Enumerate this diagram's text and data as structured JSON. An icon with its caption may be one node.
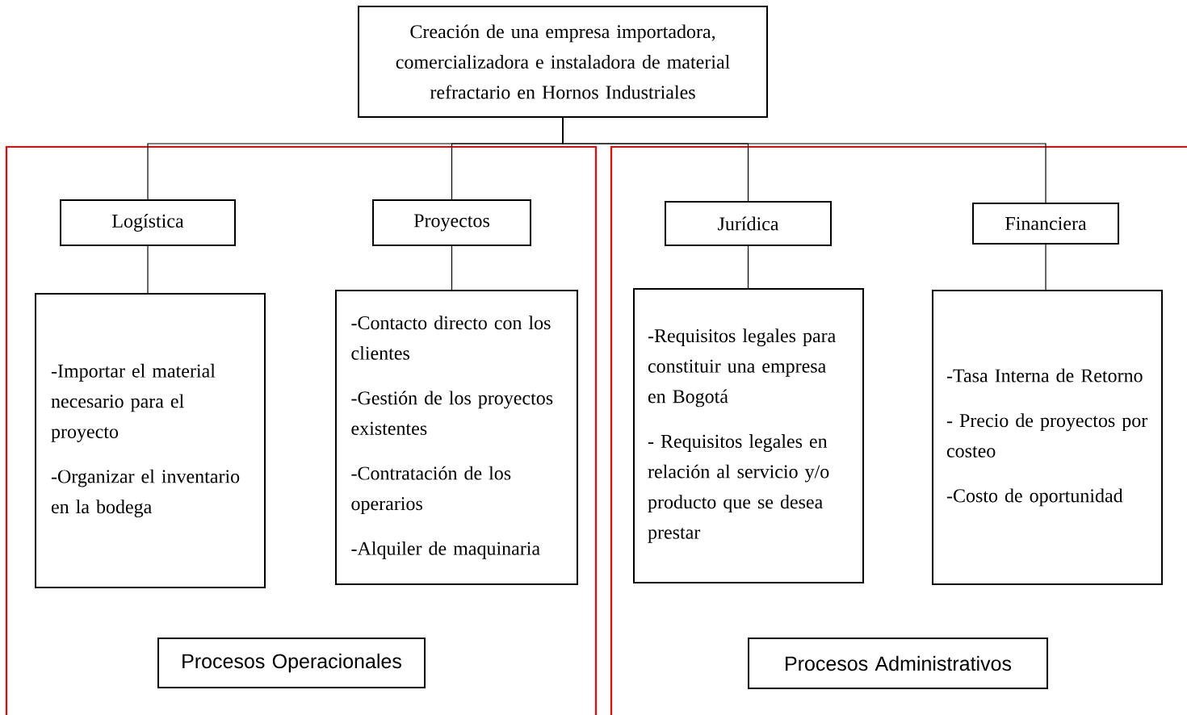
{
  "diagram": {
    "nodes": [
      {
        "text": [
          "Creación de una empresa importadora, comercializadora e instaladora de material refractario en Hornos Industriales"
        ]
      },
      {
        "text": [],
        "shape": "box"
      },
      {
        "text": [
          "Logística"
        ],
        "in": 1
      },
      {
        "text": [
          "-Importar el material necesario para el proyecto",
          "-Organizar el inventario en la bodega"
        ],
        "in": 1
      },
      {
        "text": [
          "Proyectos"
        ],
        "in": 1
      },
      {
        "text": [
          "-Contacto directo con los clientes",
          "-Gestión de los proyectos existentes",
          "-Contratación de los operarios",
          "-Alquiler de maquinaria"
        ],
        "in": 1
      },
      {
        "text": [
          "Procesos Operacionales"
        ],
        "in": 1
      },
      {
        "text": [],
        "shape": "box"
      },
      {
        "text": [
          "Jurídica"
        ],
        "in": 7
      },
      {
        "text": [
          "-Requisitos legales para constituir una empresa en Bogotá",
          "- Requisitos legales en relación al servicio y/o producto que se desea prestar"
        ],
        "in": 7
      },
      {
        "text": [
          "Financiera"
        ],
        "in": 7
      },
      {
        "text": [
          "-Tasa Interna de Retorno",
          "- Precio de proyectos por costeo",
          "-Costo de oportunidad"
        ],
        "in": 7
      },
      {
        "text": [
          "Procesos Administrativos"
        ],
        "in": 7
      }
    ],
    "edges": [
      {
        "from": 0,
        "to": 2,
        "arrow": "none"
      },
      {
        "from": 0,
        "to": 4,
        "arrow": "none"
      },
      {
        "from": 0,
        "to": 8,
        "arrow": "none"
      },
      {
        "from": 0,
        "to": 10,
        "arrow": "none"
      },
      {
        "from": 2,
        "to": 3,
        "arrow": "none"
      },
      {
        "from": 4,
        "to": 5,
        "arrow": "none"
      },
      {
        "from": 8,
        "to": 9,
        "arrow": "none"
      },
      {
        "from": 10,
        "to": 11,
        "arrow": "none"
      }
    ]
  }
}
